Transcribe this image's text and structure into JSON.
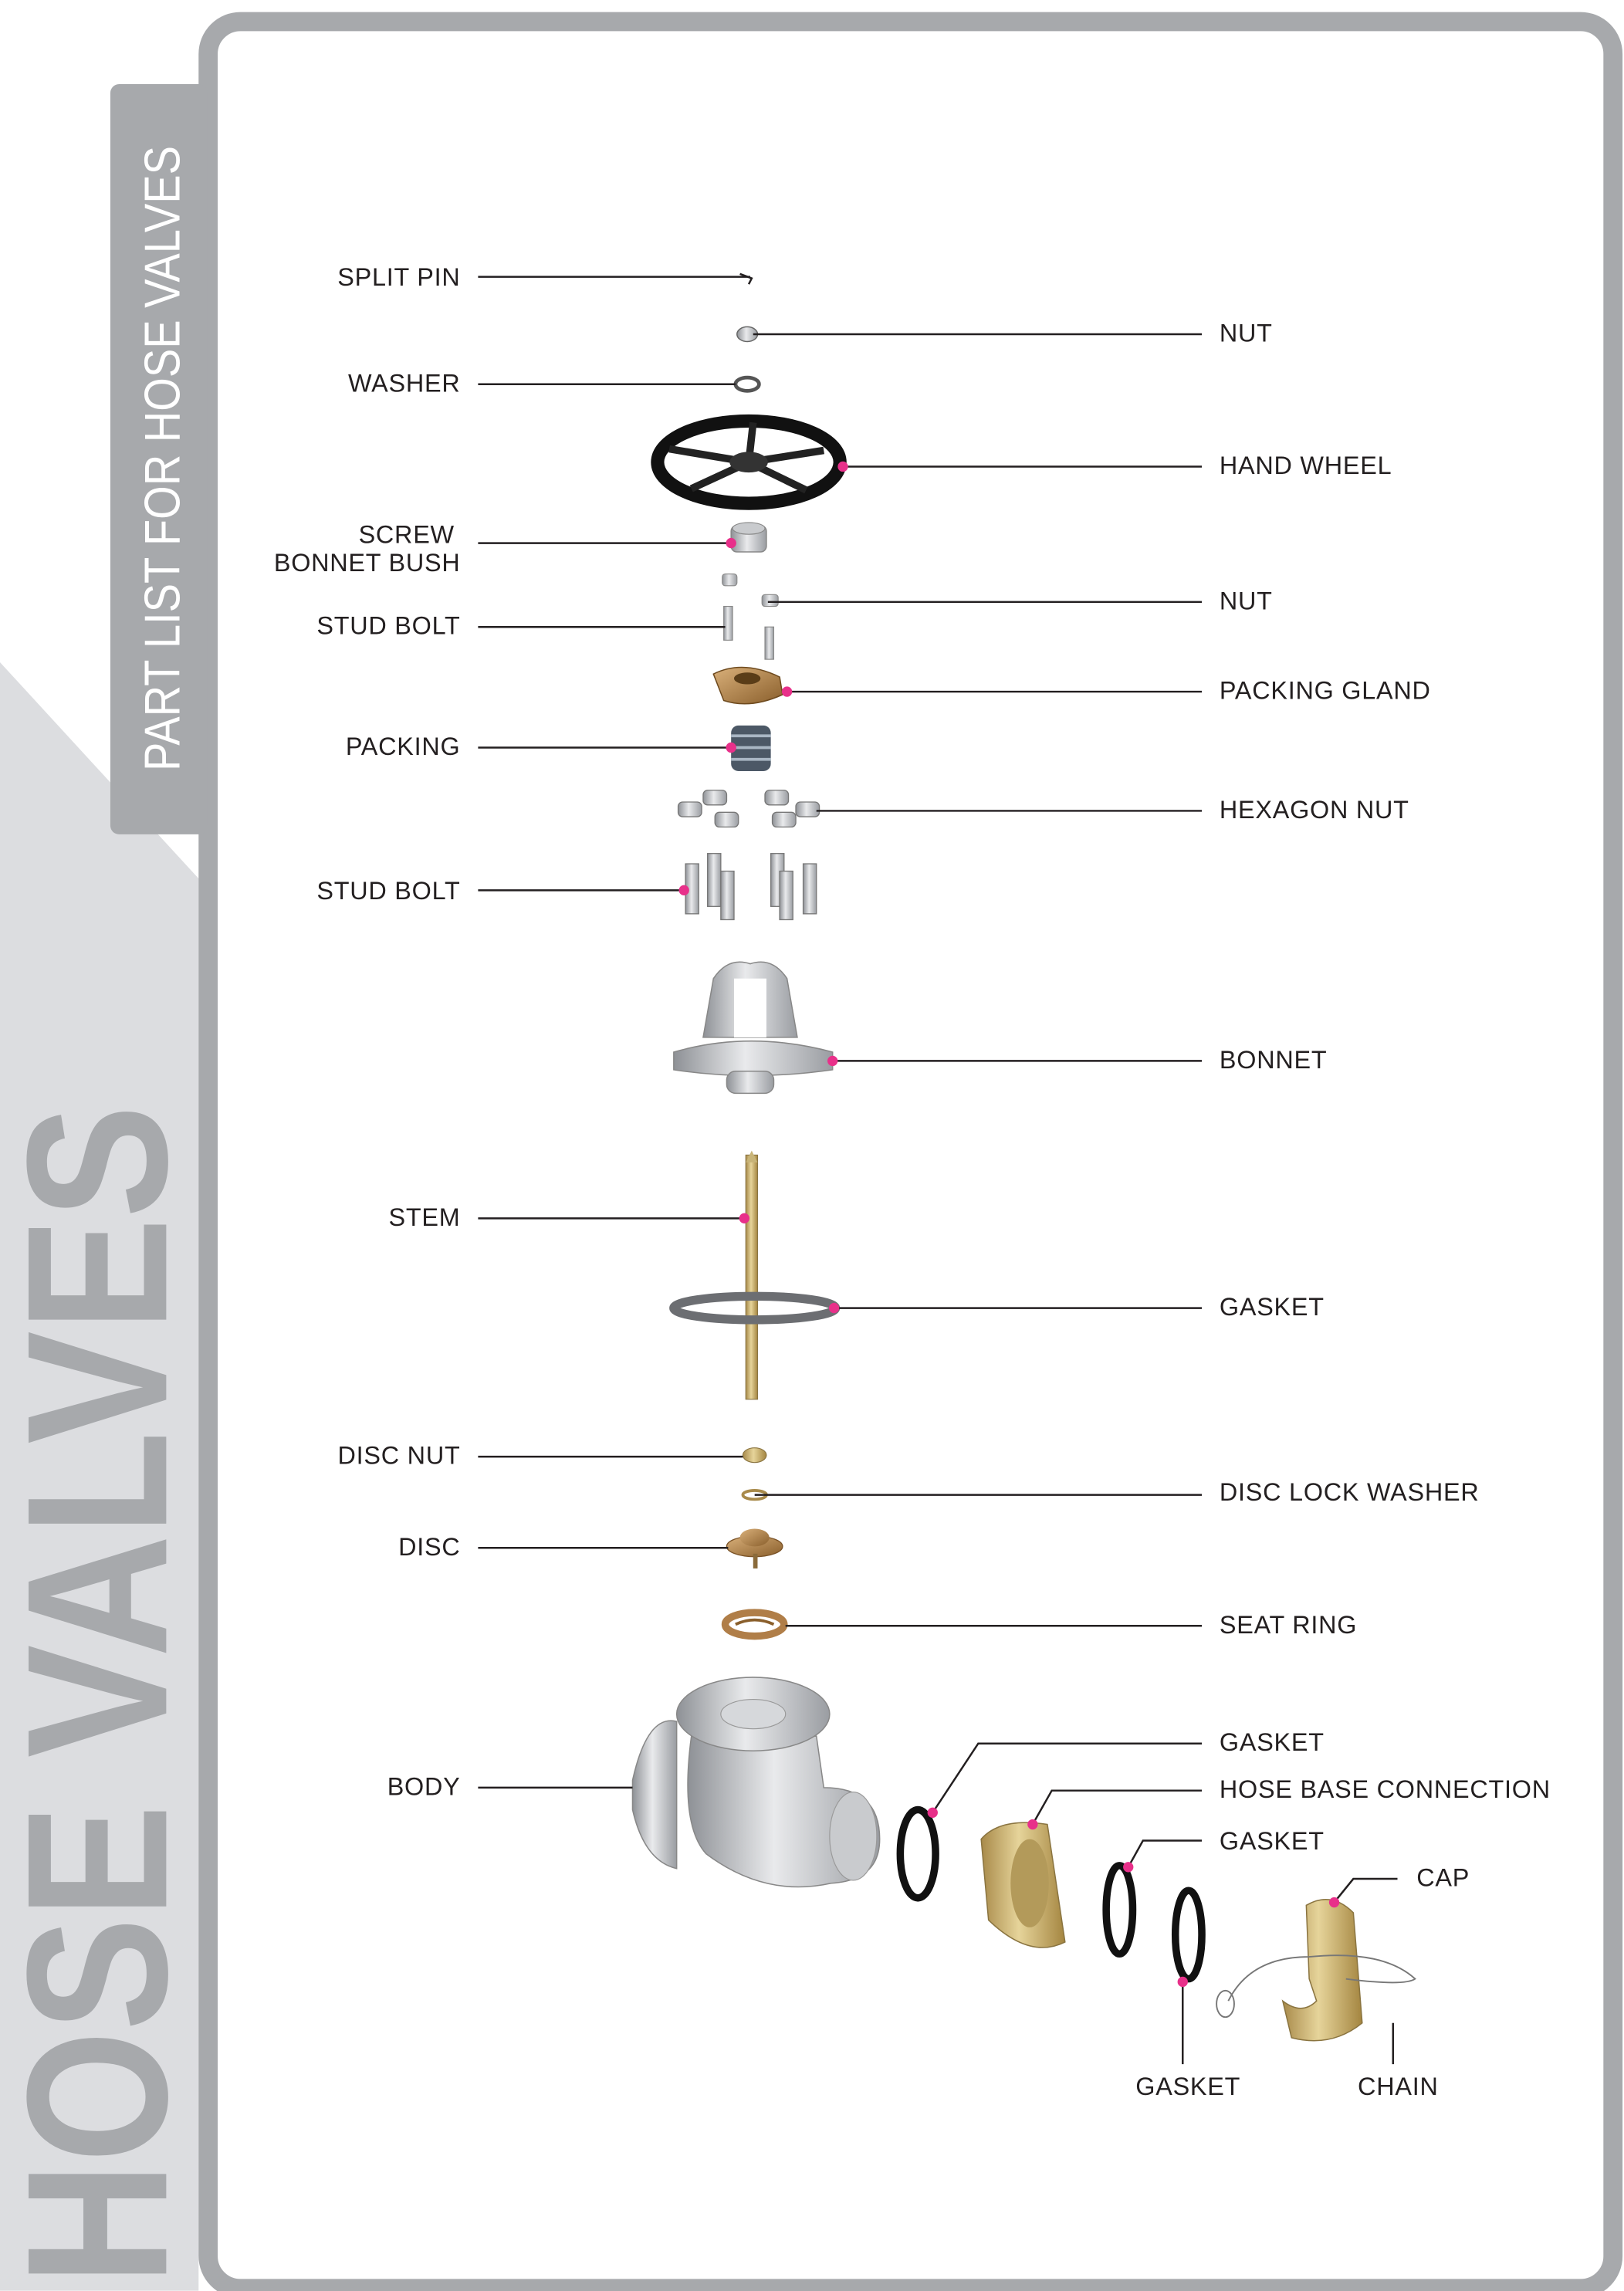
{
  "sidebar": {
    "tab_title": "PART LIST FOR HOSE VALVES",
    "watermark": "HOSE VALVES"
  },
  "colors": {
    "frame": "#a7a9ac",
    "watermark_bg": "#dcdde0",
    "marker": "#e8308a",
    "text": "#231f20"
  },
  "labels_left": {
    "split_pin": "SPLIT PIN",
    "washer": "WASHER",
    "screw": "SCREW",
    "bonnet_bush": "BONNET BUSH",
    "stud_bolt_1": "STUD BOLT",
    "packing": "PACKING",
    "stud_bolt_2": "STUD BOLT",
    "stem": "STEM",
    "disc_nut": "DISC NUT",
    "disc": "DISC",
    "body": "BODY"
  },
  "labels_right": {
    "nut_1": "NUT",
    "hand_wheel": "HAND WHEEL",
    "nut_2": "NUT",
    "packing_gland": "PACKING GLAND",
    "hexagon_nut": "HEXAGON NUT",
    "bonnet": "BONNET",
    "gasket_1": "GASKET",
    "disc_lock_washer": "DISC LOCK WASHER",
    "seat_ring": "SEAT RING",
    "gasket_2": "GASKET",
    "hose_base_connection": "HOSE BASE CONNECTION",
    "gasket_3": "GASKET",
    "cap": "CAP"
  },
  "labels_bottom": {
    "gasket_4": "GASKET",
    "chain": "CHAIN"
  }
}
